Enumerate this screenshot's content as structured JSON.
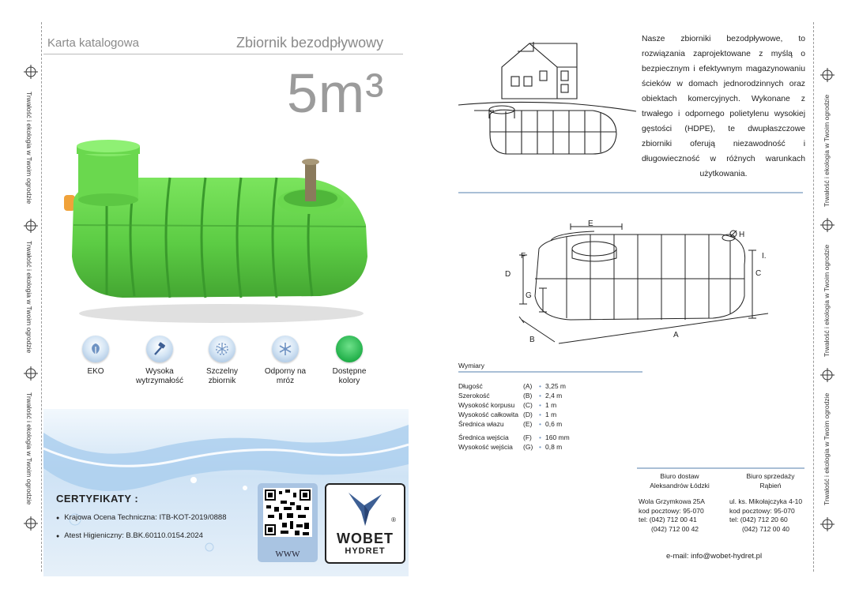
{
  "header": {
    "catalog_label": "Karta katalogowa",
    "product_type": "Zbiornik bezodpływowy",
    "capacity": "5m³"
  },
  "side_slogan": "Trwałość i ekologia w Twoim ogrodzie",
  "features": [
    {
      "label": "EKO",
      "icon": "leaf-icon"
    },
    {
      "label": "Wysoka wytrzymałość",
      "icon": "hammer-icon"
    },
    {
      "label": "Szczelny zbiornik",
      "icon": "snowflake-seal-icon"
    },
    {
      "label": "Odporny na mróz",
      "icon": "snowflake-icon"
    },
    {
      "label": "Dostępne kolory",
      "icon": "green-color-icon"
    }
  ],
  "certificates": {
    "title": "CERTYFIKATY :",
    "items": [
      "Krajowa Ocena Techniczna: ITB-KOT-2019/0888",
      "Atest Higieniczny: B.BK.60110.0154.2024"
    ]
  },
  "qr": {
    "label": "WWW"
  },
  "logo": {
    "name": "WOBET",
    "sub": "HYDRET",
    "mark": "®"
  },
  "description": "Nasze zbiorniki bezodpływowe, to rozwiązania zaprojektowane z myślą o bezpiecznym i efektywnym magazynowaniu ścieków w domach jednorodzinnych oraz obiektach komercyjnych. Wykonane z trwałego i odpornego polietylenu wysokiej gęstości (HDPE), te dwupłaszczowe zbiorniki oferują niezawodność i długowieczność w różnych warunkach użytkowania.",
  "diagram_labels": {
    "a": "A",
    "b": "B",
    "c": "C",
    "d": "D",
    "e": "E",
    "f": "F",
    "g": "G",
    "h": "H",
    "i": "I."
  },
  "dimensions": {
    "title": "Wymiary",
    "rows": [
      {
        "name": "Długość",
        "code": "(A)",
        "value": "3,25 m"
      },
      {
        "name": "Szerokość",
        "code": "(B)",
        "value": "2,4 m"
      },
      {
        "name": "Wysokość korpusu",
        "code": "(C)",
        "value": "1 m"
      },
      {
        "name": "Wysokość całkowita",
        "code": "(D)",
        "value": "1 m"
      },
      {
        "name": "Średnica włazu",
        "code": "(E)",
        "value": "0,6 m"
      },
      {
        "name": "Średnica wejścia",
        "code": "(F)",
        "value": "160 mm"
      },
      {
        "name": "Wysokość wejścia",
        "code": "(G)",
        "value": "0,8 m"
      }
    ]
  },
  "offices": [
    {
      "title1": "Biuro dostaw",
      "title2": "Aleksandrów Łódzki",
      "address": "Wola Grzymkowa 25A",
      "postal": "kod pocztowy:  95-070",
      "tel1": "tel:  (042) 712 00 41",
      "tel2": "(042) 712 00 42"
    },
    {
      "title1": "Biuro sprzedaży",
      "title2": "Rąbień",
      "address": "ul. ks. Mikołajczyka 4-10",
      "postal": "kod pocztowy:  95-070",
      "tel1": "tel:  (042) 712 20 60",
      "tel2": "(042) 712 00 40"
    }
  ],
  "email": "e-mail: info@wobet-hydret.pl",
  "colors": {
    "tank_green": "#62d14a",
    "accent_blue": "#a9bfd6",
    "water_blue": "#cfe3f5"
  }
}
